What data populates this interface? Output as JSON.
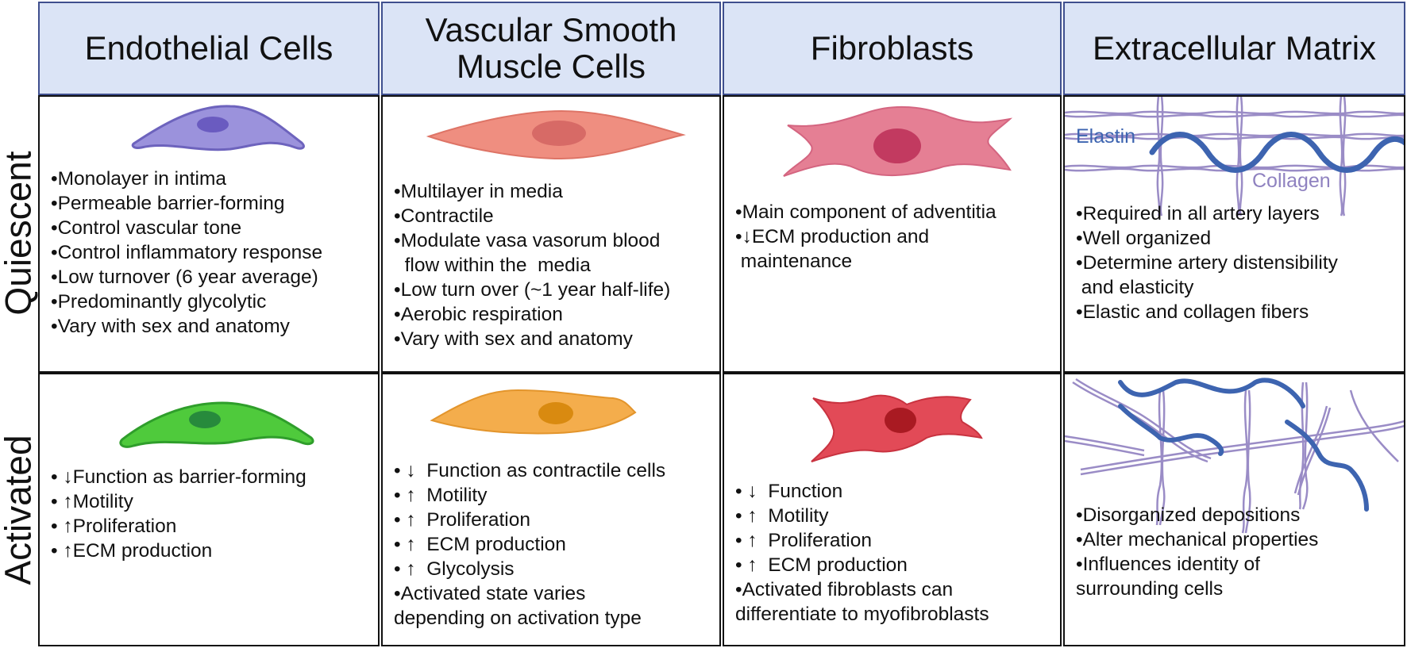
{
  "headers": [
    "Endothelial Cells",
    "Vascular Smooth Muscle Cells",
    "Fibroblasts",
    "Extracellular Matrix"
  ],
  "rows": [
    "Quiescent",
    "Activated"
  ],
  "quiescent": {
    "endothelial": [
      "•Monolayer in intima",
      "•Permeable barrier-forming",
      "•Control vascular tone",
      "•Control inflammatory response",
      "•Low turnover (6 year average)",
      "•Predominantly glycolytic",
      "•Vary with sex and anatomy"
    ],
    "smooth_muscle": [
      "•Multilayer in media",
      "•Contractile",
      "•Modulate vasa vasorum blood",
      "  flow within the  media",
      "•Low turn over (~1 year half-life)",
      "•Aerobic respiration",
      "•Vary with sex and anatomy"
    ],
    "fibroblasts": [
      "•Main component of adventitia",
      "•↓ECM production and",
      " maintenance"
    ],
    "ecm": [
      "•Required in all artery layers",
      "•Well organized",
      "•Determine artery distensibility",
      " and elasticity",
      "•Elastic and collagen fibers"
    ]
  },
  "activated": {
    "endothelial": [
      "• ↓Function as barrier-forming",
      "• ↑Motility",
      "• ↑Proliferation",
      "• ↑ECM production"
    ],
    "smooth_muscle": [
      "• ↓  Function as contractile cells",
      "• ↑  Motility",
      "• ↑  Proliferation",
      "• ↑  ECM production",
      "• ↑  Glycolysis",
      "•Activated state varies",
      "depending on activation type"
    ],
    "fibroblasts": [
      "• ↓  Function",
      "• ↑  Motility",
      "• ↑  Proliferation",
      "• ↑  ECM production",
      "•Activated fibroblasts can",
      "differentiate to myofibroblasts"
    ],
    "ecm": [
      "•Disorganized depositions",
      "•Alter mechanical properties",
      "•Influences identity of",
      "surrounding cells"
    ]
  },
  "ecm_labels": {
    "elastin": "Elastin",
    "collagen": "Collagen"
  },
  "colors": {
    "header_bg": "#dbe4f6",
    "header_border": "#3f4f8e",
    "endothelial_quiescent": "#9b92dc",
    "endothelial_activated": "#4fca3c",
    "smc_quiescent": "#ef8e80",
    "smc_activated": "#f4ad4c",
    "fibroblast_quiescent": "#e57f94",
    "fibroblast_activated": "#e24a57",
    "elastin": "#3d64b0",
    "collagen": "#9a8cc6"
  }
}
